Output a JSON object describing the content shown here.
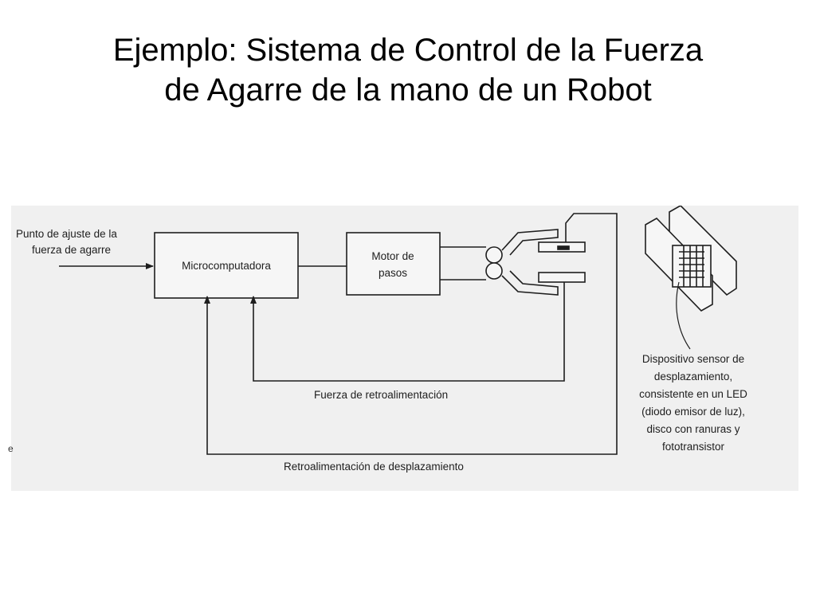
{
  "slide": {
    "title_line1": "Ejemplo: Sistema de Control de la Fuerza",
    "title_line2": "de Agarre de la mano de un Robot"
  },
  "diagram": {
    "input_label_line1": "Punto de ajuste de la",
    "input_label_line2": "fuerza de agarre",
    "microcomputer_label": "Microcomputadora",
    "motor_label_line1": "Motor de",
    "motor_label_line2": "pasos",
    "force_feedback_label": "Fuerza de retroalimentación",
    "displacement_feedback_label": "Retroalimentación de desplazamiento",
    "sensor_caption_line1": "Dispositivo sensor de",
    "sensor_caption_line2": "desplazamiento,",
    "sensor_caption_line3": "consistente en un LED",
    "sensor_caption_line4": "(diodo emisor de luz),",
    "sensor_caption_line5": "disco con ranuras y",
    "sensor_caption_line6": "fototransistor",
    "edge_mark": "e"
  },
  "colors": {
    "ink": "#1e1e1e",
    "figure_background": "#f0f0f0"
  }
}
